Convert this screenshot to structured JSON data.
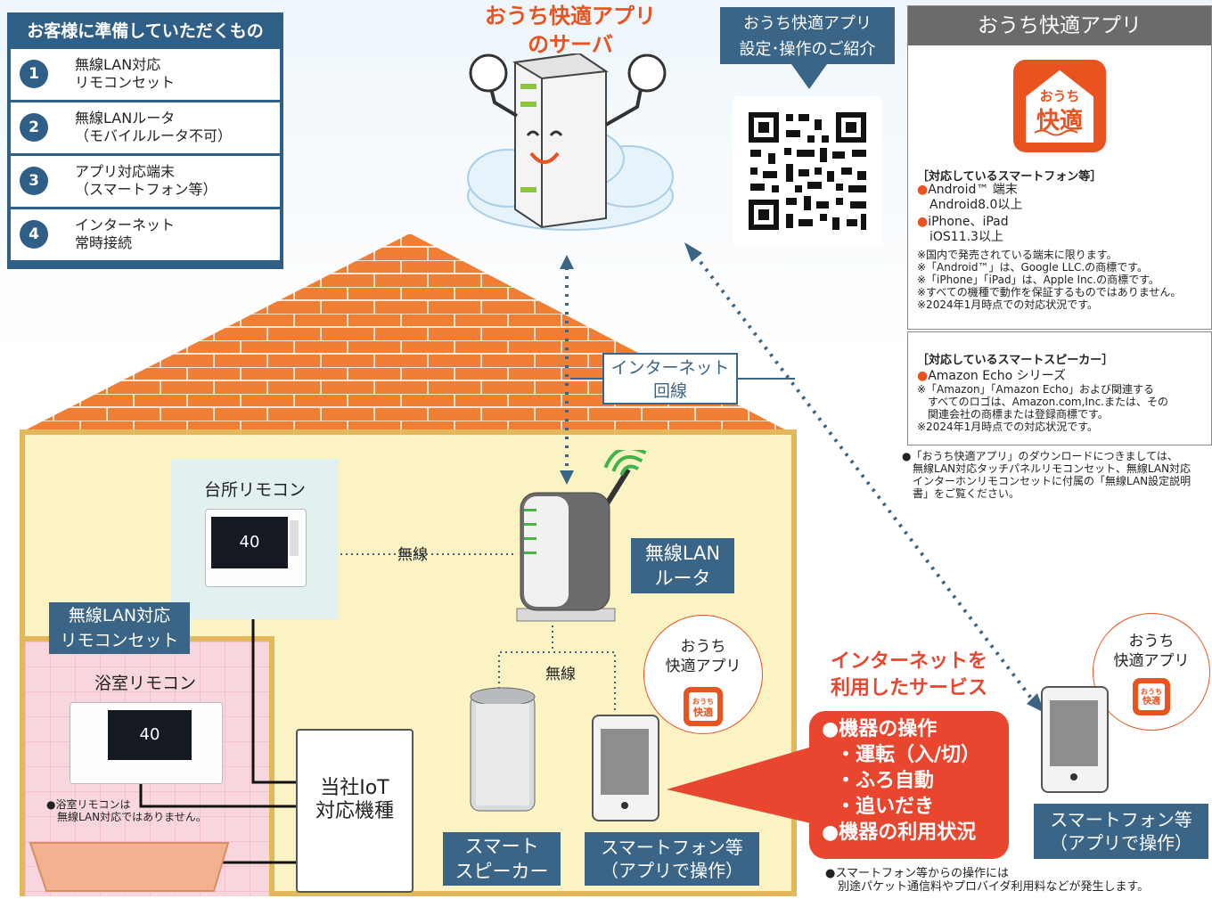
{
  "requirements": {
    "title": "お客様に準備していただくもの",
    "items": [
      {
        "num": "1",
        "line1": "無線LAN対応",
        "line2": "リモコンセット"
      },
      {
        "num": "2",
        "line1": "無線LANルータ",
        "line2": "（モバイルルータ不可）"
      },
      {
        "num": "3",
        "line1": "アプリ対応端末",
        "line2": "（スマートフォン等）"
      },
      {
        "num": "4",
        "line1": "インターネット",
        "line2": "常時接続"
      }
    ]
  },
  "server": {
    "line1": "おうち快適アプリ",
    "line2": "のサーバ"
  },
  "intro": {
    "line1": "おうち快適アプリ",
    "line2": "設定･操作のご紹介"
  },
  "app_panel": {
    "title": "おうち快適アプリ",
    "icon_line1": "おうち",
    "icon_line2": "快適",
    "phones_heading": "［対応しているスマートフォン等］",
    "android_label": "Android™ 端末",
    "android_ver": "Android8.0以上",
    "iphone_label": "iPhone、iPad",
    "iphone_ver": "iOS11.3以上",
    "notes": [
      "※国内で発売されている端末に限ります。",
      "※「Android™」は、Google LLC.の商標です。",
      "※「iPhone」「iPad」は、Apple Inc.の商標です。",
      "※すべての機種で動作を保証するものではありません。",
      "※2024年1月時点での対応状況です。"
    ]
  },
  "speaker_panel": {
    "heading": "［対応しているスマートスピーカー］",
    "item": "Amazon Echo シリーズ",
    "notes": [
      "※「Amazon」「Amazon Echo」および関連する",
      "　すべてのロゴは、Amazon.com,Inc.または、その",
      "　関連会社の商標または登録商標です。",
      "※2024年1月時点での対応状況です。"
    ]
  },
  "download_note": [
    "●「おうち快適アプリ」のダウンロードにつきましては、",
    "　無線LAN対応タッチパネルリモコンセット、無線LAN対応",
    "　インターホンリモコンセットに付属の「無線LAN設定説明",
    "　書」をご覧ください。"
  ],
  "internet_line": {
    "line1": "インターネット",
    "line2": "回線"
  },
  "kitchen_remote": "台所リモコン",
  "wireless1": "無線",
  "wireless2": "無線",
  "router": {
    "line1": "無線LAN",
    "line2": "ルータ"
  },
  "remote_set": {
    "line1": "無線LAN対応",
    "line2": "リモコンセット"
  },
  "bath_remote": "浴室リモコン",
  "bath_note": {
    "line1": "●浴室リモコンは",
    "line2": "無線LAN対応ではありません。"
  },
  "remote_display": "40",
  "iot": {
    "line1": "当社IoT",
    "line2": "対応機種"
  },
  "speaker_label": {
    "line1": "スマート",
    "line2": "スピーカー"
  },
  "phone_label": {
    "line1": "スマートフォン等",
    "line2": "（アプリで操作）"
  },
  "bubble_app": {
    "line1": "おうち",
    "line2": "快適アプリ"
  },
  "mini_icon": {
    "line1": "おうち",
    "line2": "快適"
  },
  "service": {
    "title1": "インターネットを",
    "title2": "利用したサービス",
    "op": "●機器の操作",
    "sub1": "・運転（入/切）",
    "sub2": "・ふろ自動",
    "sub3": "・追いだき",
    "status": "●機器の利用状況"
  },
  "outside_bubble": {
    "line1": "おうち",
    "line2": "快適アプリ"
  },
  "outside_phone": {
    "line1": "スマートフォン等",
    "line2": "（アプリで操作）"
  },
  "fee_note": {
    "line1": "●スマートフォン等からの操作には",
    "line2": "別途パケット通信料やプロバイダ利用料などが発生します。"
  },
  "colors": {
    "navy": "#2f5f86",
    "orange": "#e8531f",
    "red": "#e8462f",
    "brick": "#f07f35",
    "wall": "#fbf3c4"
  }
}
